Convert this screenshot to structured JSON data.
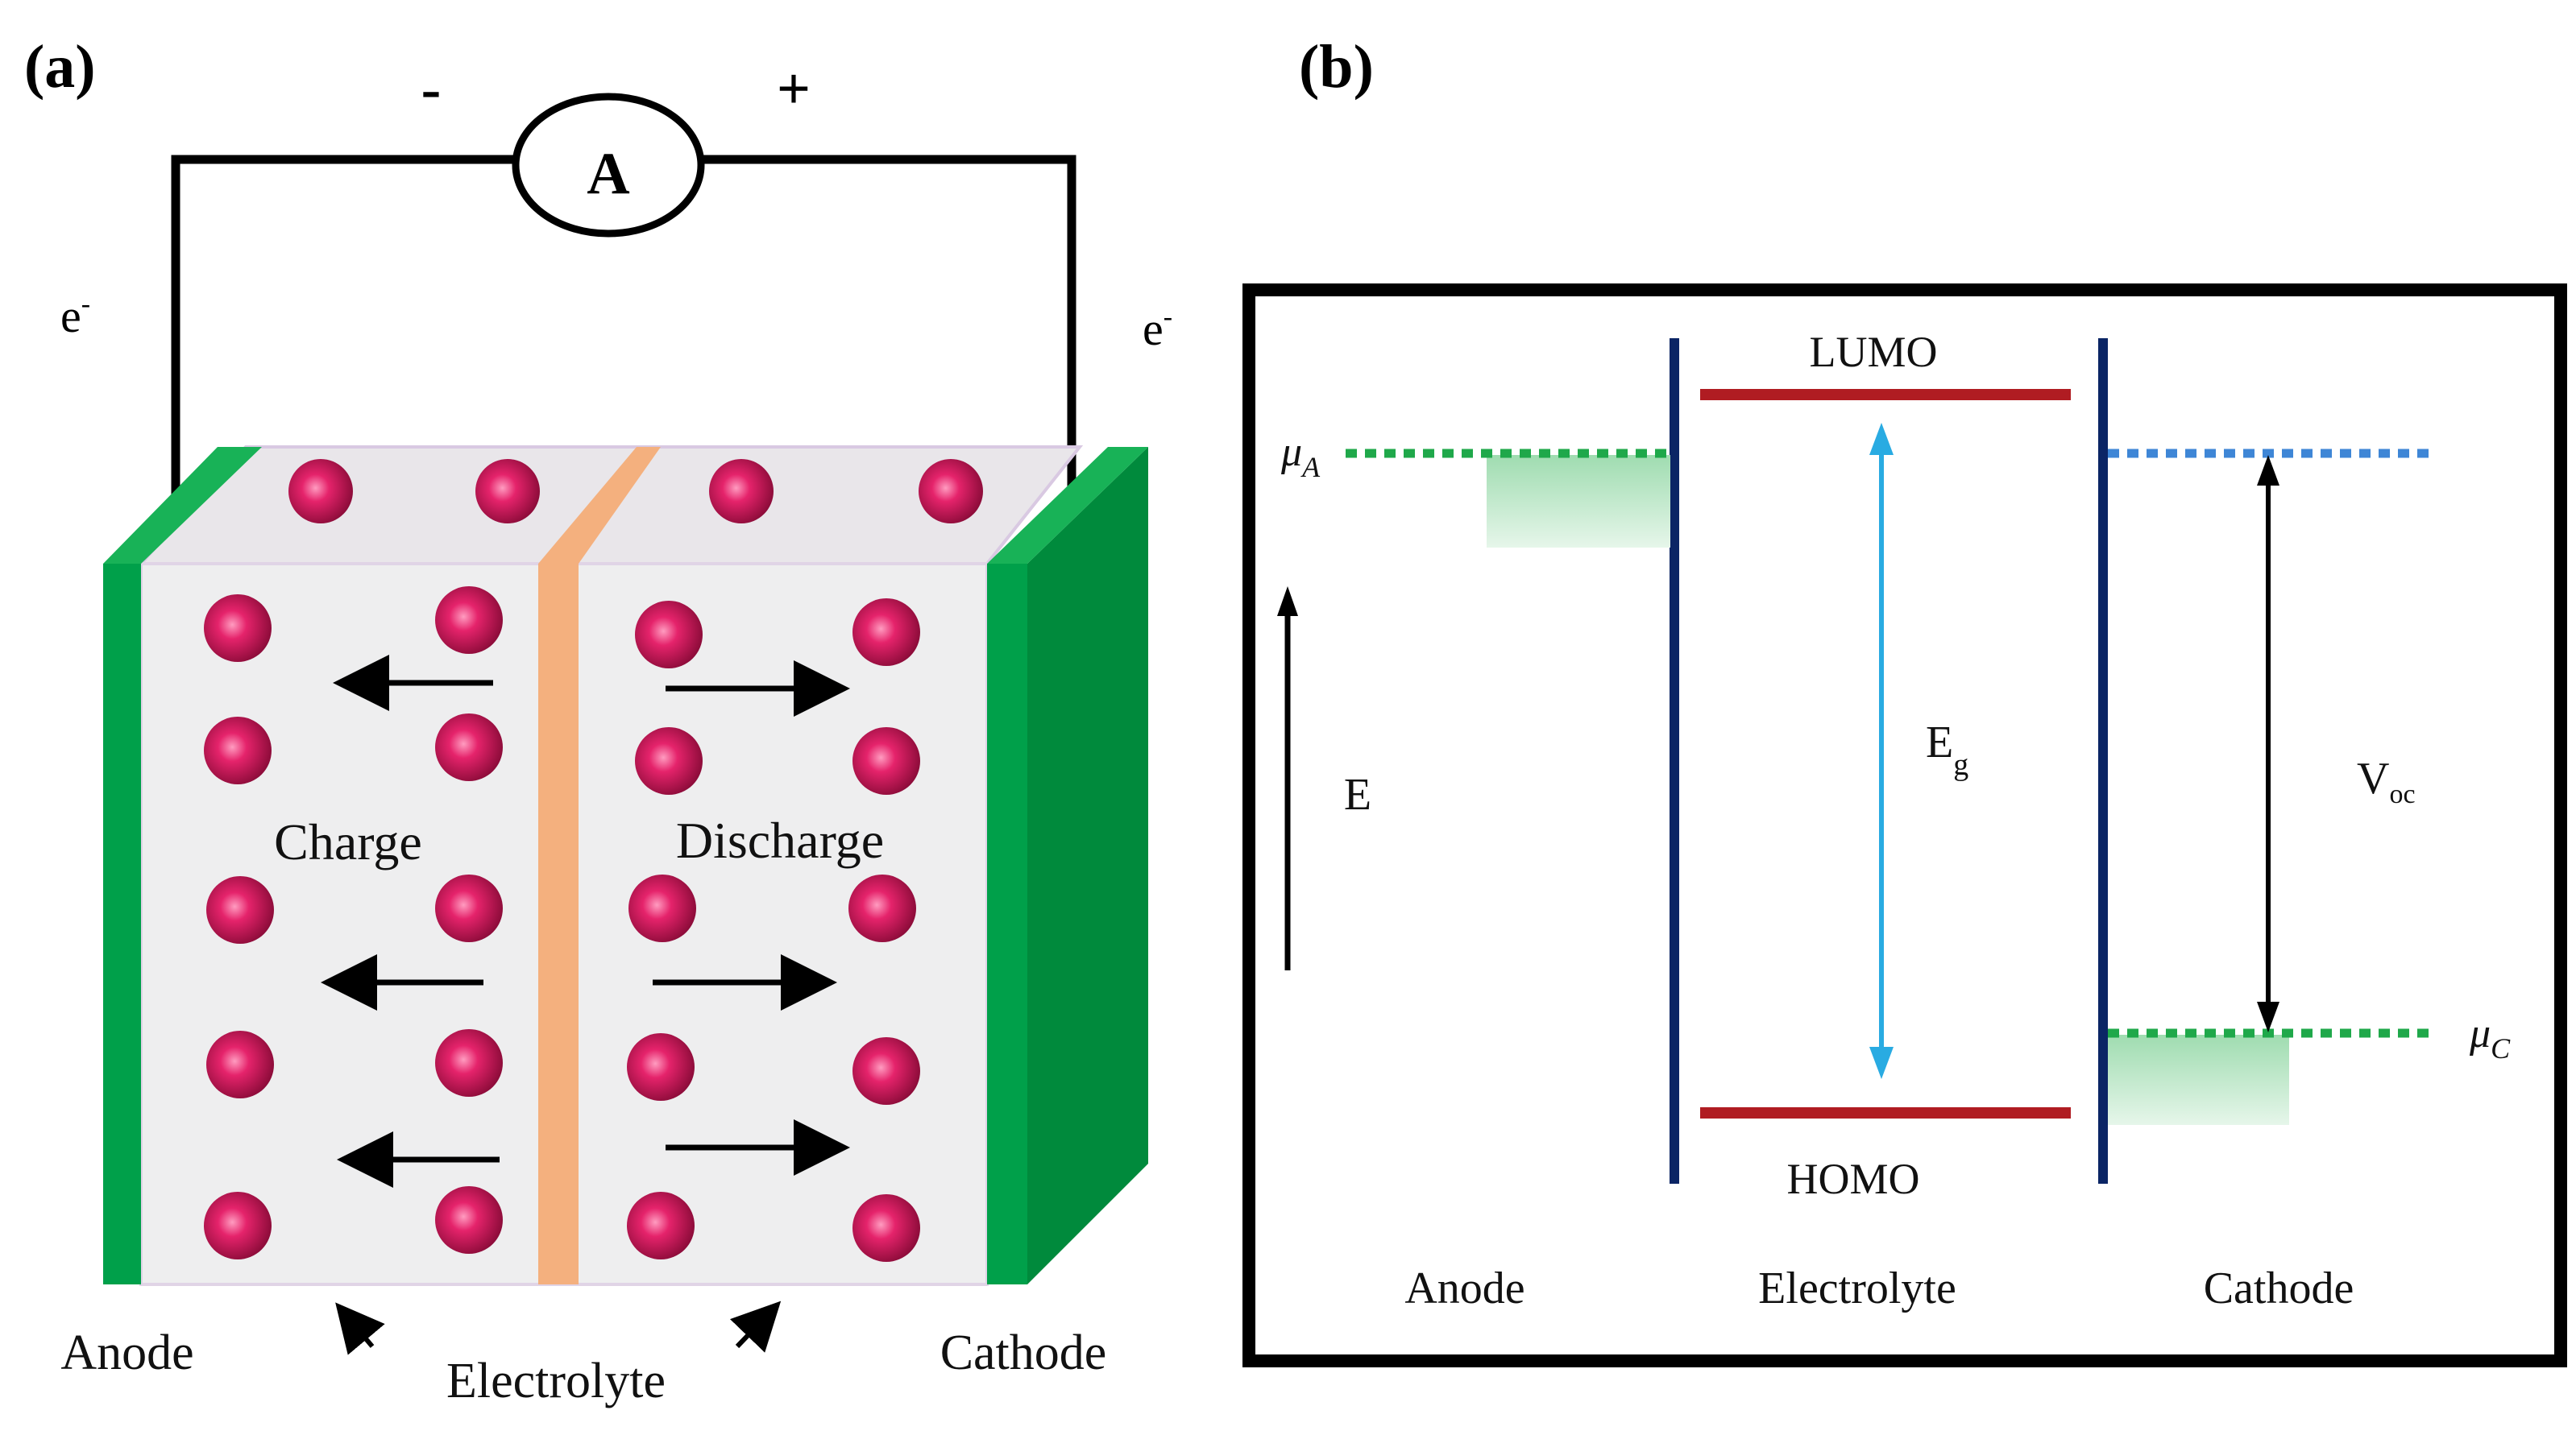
{
  "panel_a": {
    "label": "(a)",
    "ammeter_symbol": "A",
    "terminal_negative": "-",
    "terminal_positive": "+",
    "electron_left": "e",
    "electron_right": "e",
    "electron_charge": "-",
    "charge_label": "Charge",
    "discharge_label": "Discharge",
    "anode_label": "Anode",
    "electrolyte_label": "Electrolyte",
    "cathode_label": "Cathode"
  },
  "panel_b": {
    "label": "(b)",
    "lumo_label": "LUMO",
    "homo_label": "HOMO",
    "mu_a_symbol": "μ",
    "mu_a_sub": "A",
    "mu_c_symbol": "μ",
    "mu_c_sub": "C",
    "energy_label": "E",
    "eg_symbol": "E",
    "eg_sub": "g",
    "voc_symbol": "V",
    "voc_sub": "oc",
    "anode_label": "Anode",
    "electrolyte_label": "Electrolyte",
    "cathode_label": "Cathode"
  },
  "colors": {
    "electrode_green": "#00a04a",
    "electrode_green_dark": "#008a3c",
    "cell_fill": "#eeeeef",
    "separator": "#f4b07e",
    "ion": "#d81a5e",
    "homo_lumo": "#b01c22",
    "membrane_line": "#0b2565",
    "eg_arrow": "#29abe2",
    "dotted_green": "#1fa84a",
    "dotted_blue": "#3e86d6",
    "filled_band": "#9fdcb0"
  }
}
